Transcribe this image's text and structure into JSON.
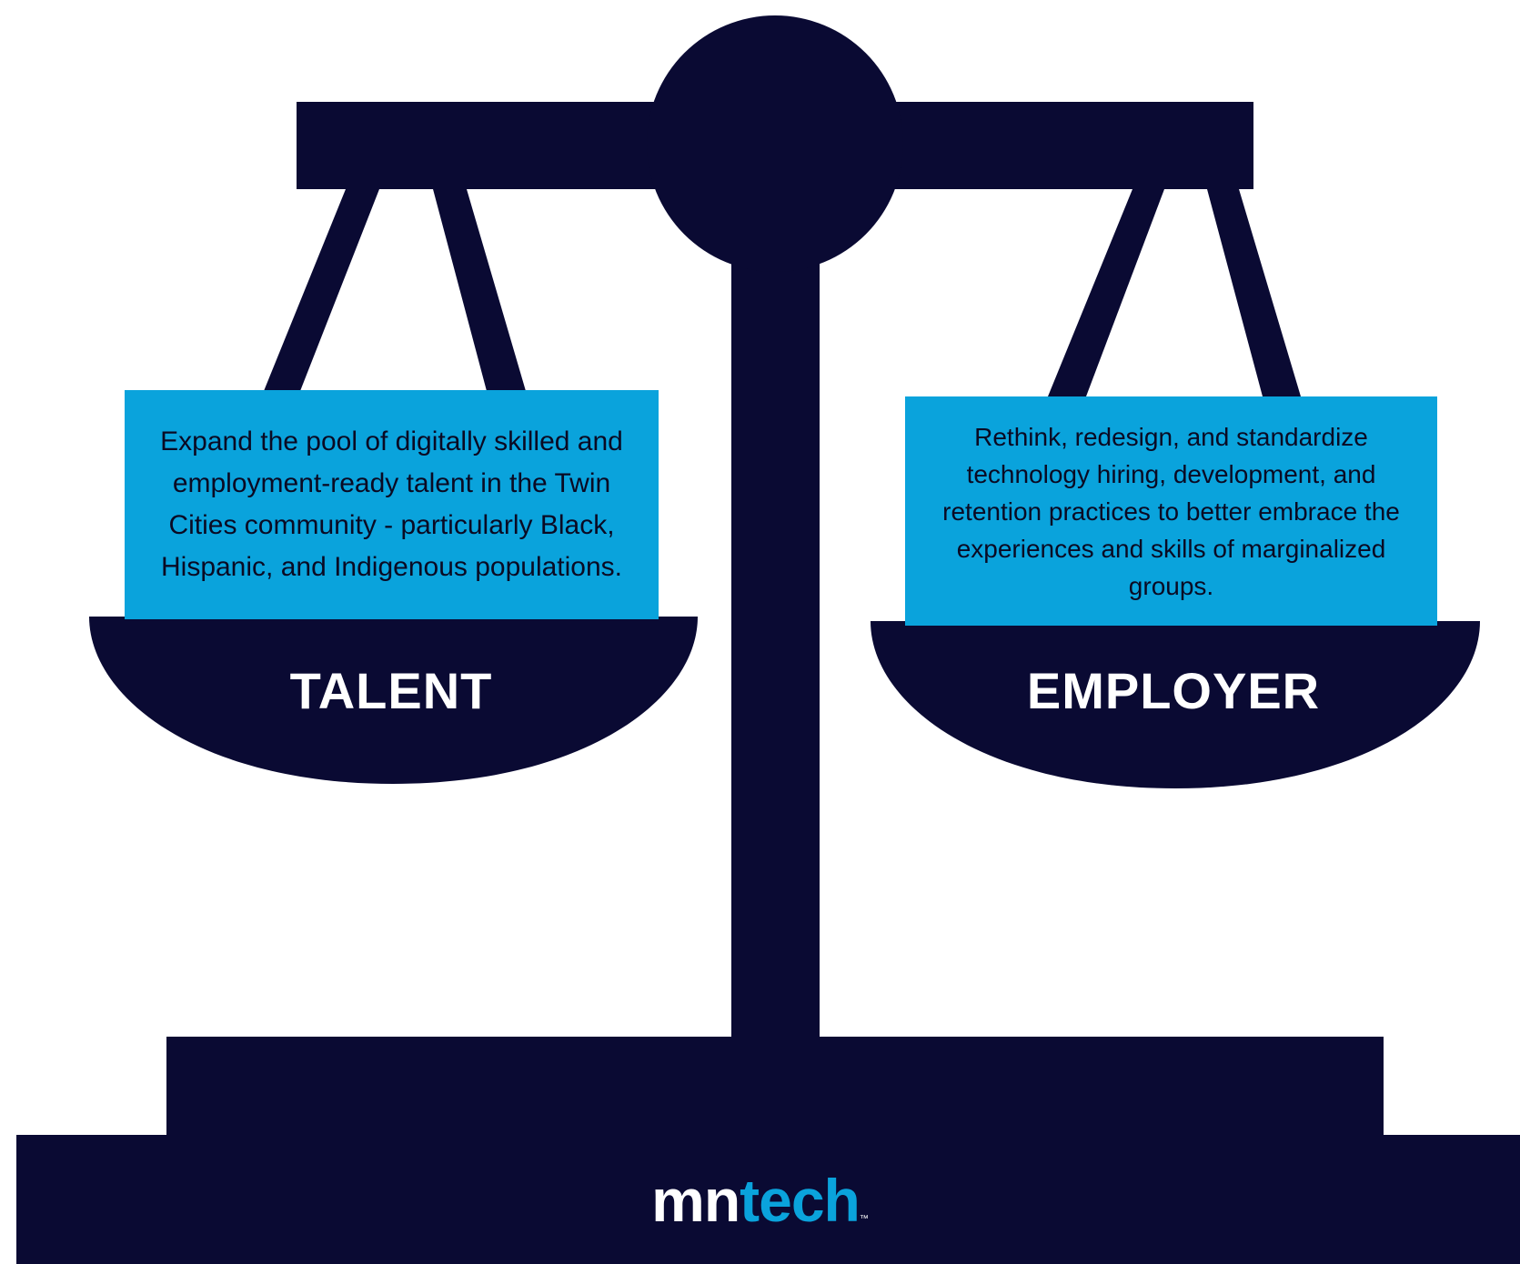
{
  "colors": {
    "navy": "#0a0a33",
    "accent_blue": "#0aa3dc",
    "label_white": "#ffffff",
    "box_text": "#0a0a23"
  },
  "talent": {
    "description": "Expand the pool of digitally skilled and employment-ready talent in the Twin Cities community - particularly Black, Hispanic, and Indigenous populations.",
    "label": "TALENT"
  },
  "employer": {
    "description": "Rethink, redesign, and standardize technology hiring, development, and retention practices to better embrace the experiences and skills of marginalized groups.",
    "label": "EMPLOYER"
  },
  "logo": {
    "part1": "mn",
    "part2": "tech",
    "trademark": "™"
  }
}
